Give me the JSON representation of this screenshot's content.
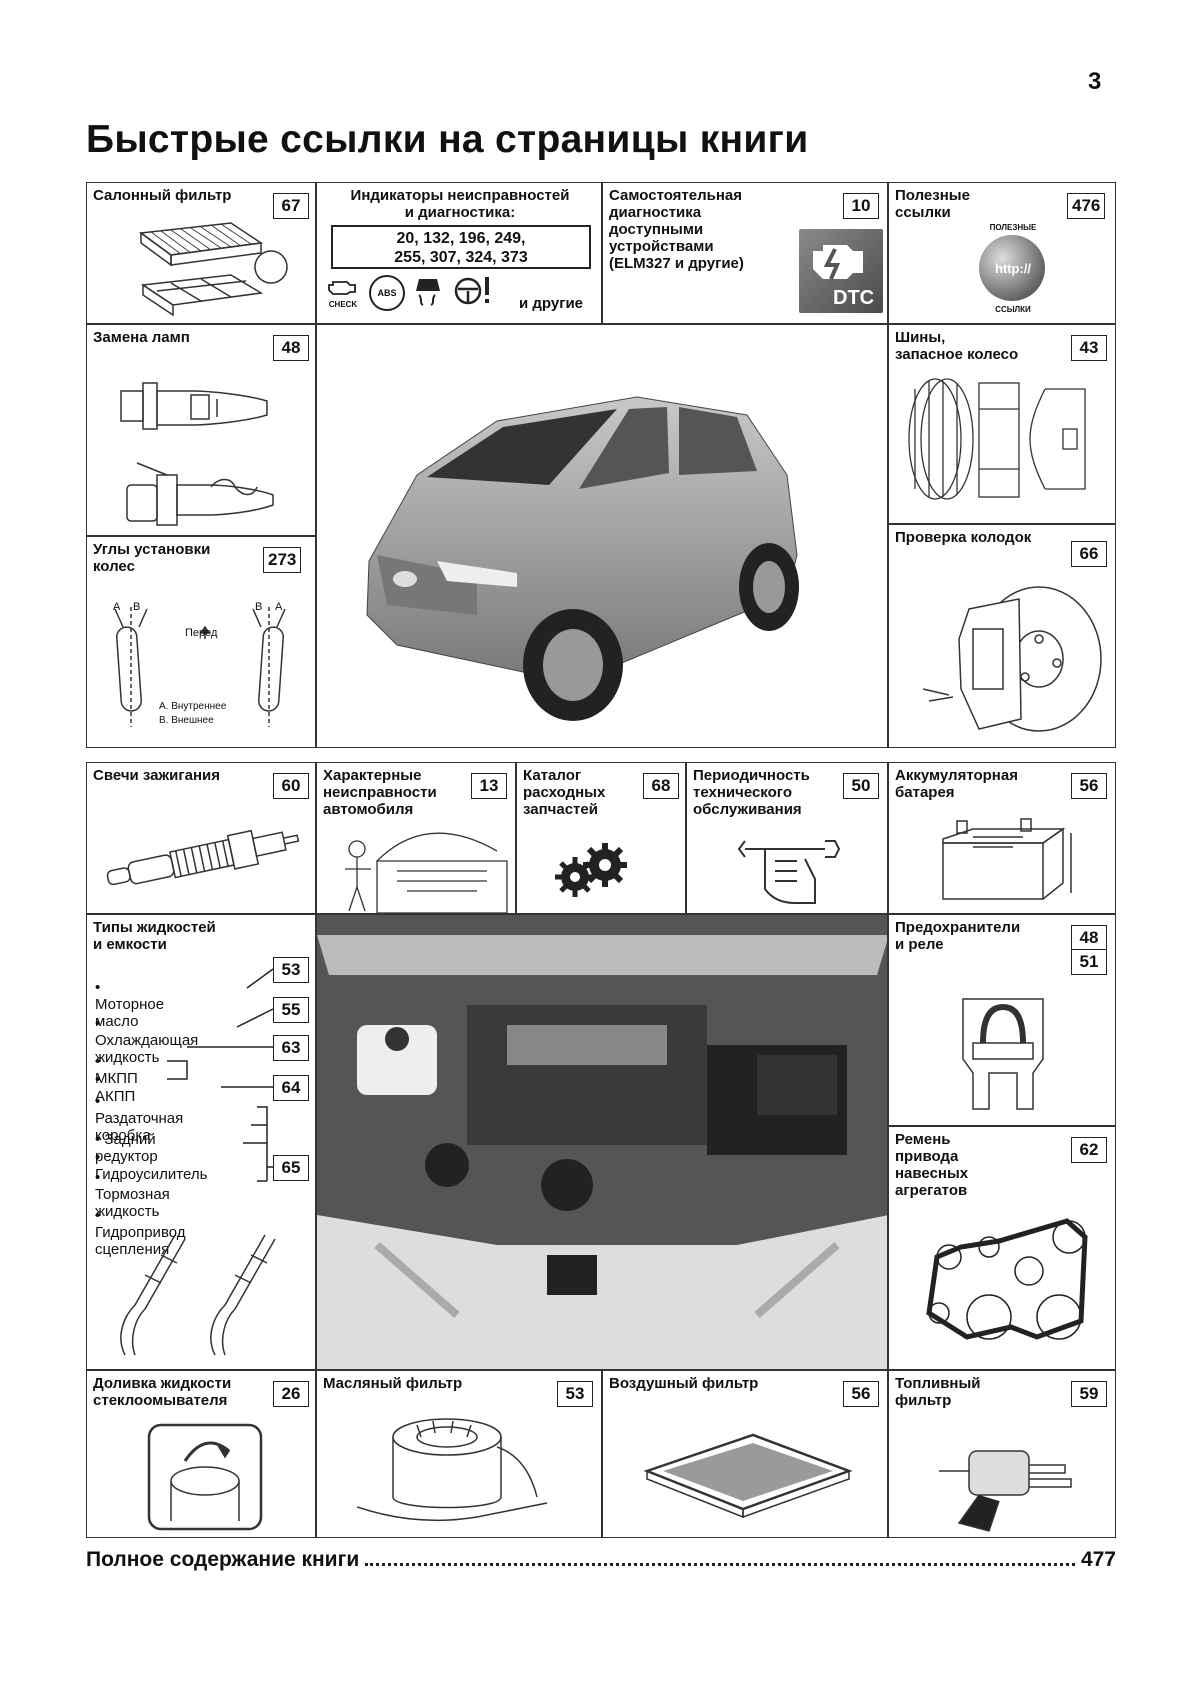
{
  "page_number": "3",
  "title": "Быстрые ссылки на страницы книги",
  "cells": {
    "cabin_filter": {
      "label": "Салонный фильтр",
      "page": "67"
    },
    "diagnostics": {
      "label": "Индикаторы неисправностей\nи диагностика:",
      "codes": "20, 132, 196, 249,\n255, 307, 324, 373",
      "icons": [
        "CHECK",
        "ABS"
      ],
      "tail": "и другие"
    },
    "self_diag": {
      "label": "Самостоятельная\nдиагностика\nдоступными\nустройствами\n(ELM327 и другие)",
      "page": "10",
      "badge": "DTC"
    },
    "links": {
      "label": "Полезные\nссылки",
      "page": "476",
      "badge_top": "ПОЛЕЗНЫЕ",
      "badge_mid": "http://",
      "badge_bottom": "ССЫЛКИ"
    },
    "lamps": {
      "label": "Замена ламп",
      "page": "48"
    },
    "tires": {
      "label": "Шины,\nзапасное колесо",
      "page": "43"
    },
    "wheel_align": {
      "label": "Углы установки\nколес",
      "page": "273",
      "front_label": "Перед",
      "legend_a": "A. Внутреннее",
      "legend_b": "B. Внешнее",
      "mark_a": "A",
      "mark_b": "B"
    },
    "brake_pads": {
      "label": "Проверка колодок",
      "page": "66"
    },
    "spark_plugs": {
      "label": "Свечи зажигания",
      "page": "60"
    },
    "faults": {
      "label": "Характерные\nнеисправности\nавтомобиля",
      "page": "13"
    },
    "parts_catalog": {
      "label": "Каталог\nрасходных\nзапчастей",
      "page": "68"
    },
    "maintenance": {
      "label": "Периодичность\nтехнического\nобслуживания",
      "page": "50"
    },
    "battery": {
      "label": "Аккумуляторная\nбатарея",
      "page": "56"
    },
    "fluids": {
      "label": "Типы жидкостей\nи емкости",
      "items": [
        {
          "text": "• Моторное масло",
          "page": "53"
        },
        {
          "text": "• Охлаждающая\n  жидкость",
          "page": "55"
        },
        {
          "text": "• МКПП",
          "page": "63"
        },
        {
          "text": "• АКПП",
          "page": ""
        },
        {
          "text": "• Раздаточная\n  коробка",
          "page": "64"
        },
        {
          "text": "• Задний редуктор",
          "page": "65"
        },
        {
          "text": "• Гидроусилитель",
          "page": ""
        },
        {
          "text": "• Тормозная\n  жидкость",
          "page": ""
        },
        {
          "text": "• Гидропривод\n  сцепления",
          "page": ""
        }
      ]
    },
    "fuses": {
      "label": "Предохранители\nи реле",
      "page_a": "48",
      "page_b": "51"
    },
    "belt": {
      "label": "Ремень\nпривода\nнавесных\nагрегатов",
      "page": "62"
    },
    "washer": {
      "label": "Доливка жидкости\nстеклоомывателя",
      "page": "26"
    },
    "oil_filter": {
      "label": "Масляный фильтр",
      "page": "53"
    },
    "air_filter": {
      "label": "Воздушный фильтр",
      "page": "56"
    },
    "fuel_filter": {
      "label": "Топливный\nфильтр",
      "page": "59"
    }
  },
  "footer": {
    "label": "Полное содержание книги",
    "page": "477"
  }
}
